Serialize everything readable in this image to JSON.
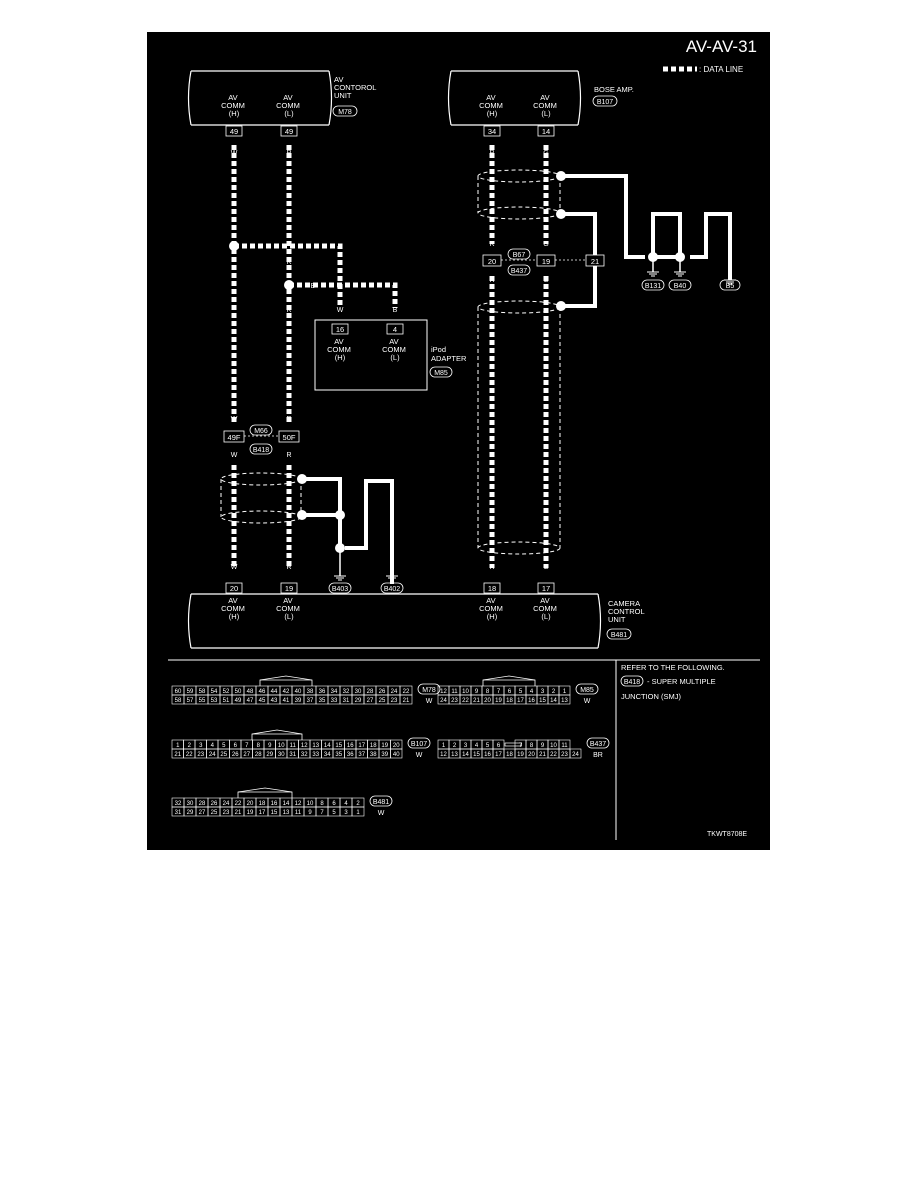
{
  "page_code": "AV-AV-31",
  "legend": {
    "label": ": DATA LINE"
  },
  "image_code": "TKWT8708E",
  "components": {
    "av_control_unit": {
      "name_lines": [
        "AV",
        "CONTOROL",
        "UNIT"
      ],
      "badge": "M78",
      "pins": [
        {
          "lines": [
            "AV",
            "COMM",
            "(H)"
          ],
          "number": "49"
        },
        {
          "lines": [
            "AV",
            "COMM",
            "(L)"
          ],
          "number": "49"
        }
      ]
    },
    "bose_amp": {
      "name_lines": [
        "BOSE AMP."
      ],
      "badge": "B107",
      "pins": [
        {
          "lines": [
            "AV",
            "COMM",
            "(H)"
          ],
          "number": "34"
        },
        {
          "lines": [
            "AV",
            "COMM",
            "(L)"
          ],
          "number": "14"
        }
      ]
    },
    "ipod_adapter": {
      "name_lines": [
        "iPod",
        "ADAPTER"
      ],
      "badge": "M85",
      "pins": [
        {
          "lines": [
            "AV",
            "COMM",
            "(H)"
          ],
          "number": "16"
        },
        {
          "lines": [
            "AV",
            "COMM",
            "(L)"
          ],
          "number": "4"
        }
      ]
    },
    "camera_control_unit": {
      "name_lines": [
        "CAMERA",
        "CONTROL",
        "UNIT"
      ],
      "badge": "B481",
      "pins": [
        {
          "lines": [
            "AV",
            "COMM",
            "(H)"
          ],
          "number": "20"
        },
        {
          "lines": [
            "AV",
            "COMM",
            "(L)"
          ],
          "number": "19"
        },
        {
          "lines": [
            "AV",
            "COMM",
            "(H)"
          ],
          "number": "18"
        },
        {
          "lines": [
            "AV",
            "COMM",
            "(L)"
          ],
          "number": "17"
        }
      ]
    }
  },
  "wire_colors": {
    "w": "W",
    "r": "R",
    "b": "B",
    "g": "G"
  },
  "junctions": {
    "left": {
      "pins": [
        "49F",
        "50F"
      ],
      "badges": [
        "M66",
        "B418"
      ]
    },
    "right": {
      "pins": [
        "20",
        "19",
        "21"
      ],
      "badges": [
        "B67",
        "B437"
      ]
    }
  },
  "grounds": [
    "B403",
    "B402",
    "B131",
    "B40",
    "B5"
  ],
  "note": {
    "lines": [
      "REFER TO THE FOLLOWING.",
      "- SUPER MULTIPLE",
      "JUNCTION (SMJ)"
    ],
    "badge": "B418"
  },
  "connectors": [
    {
      "id": "M78",
      "color": "W",
      "rows": [
        [
          "60",
          "59",
          "58",
          "54",
          "52",
          "50",
          "48",
          "46",
          "44",
          "42",
          "40",
          "38",
          "36",
          "34",
          "32",
          "30",
          "28",
          "26",
          "24",
          "22"
        ],
        [
          "58",
          "57",
          "55",
          "53",
          "51",
          "49",
          "47",
          "45",
          "43",
          "41",
          "39",
          "37",
          "35",
          "33",
          "31",
          "29",
          "27",
          "25",
          "23",
          "21"
        ]
      ]
    },
    {
      "id": "M85",
      "color": "W",
      "rows": [
        [
          "12",
          "11",
          "10",
          "9",
          "8",
          "7",
          "6",
          "5",
          "4",
          "3",
          "2",
          "1"
        ],
        [
          "24",
          "23",
          "22",
          "21",
          "20",
          "19",
          "18",
          "17",
          "16",
          "15",
          "14",
          "13"
        ]
      ]
    },
    {
      "id": "B107",
      "color": "W",
      "rows": [
        [
          "1",
          "2",
          "3",
          "4",
          "5",
          "6",
          "7",
          "8",
          "9",
          "10",
          "11",
          "12",
          "13",
          "14",
          "15",
          "16",
          "17",
          "18",
          "19",
          "20"
        ],
        [
          "21",
          "22",
          "23",
          "24",
          "25",
          "26",
          "27",
          "28",
          "29",
          "30",
          "31",
          "32",
          "33",
          "34",
          "35",
          "36",
          "37",
          "38",
          "39",
          "40"
        ]
      ]
    },
    {
      "id": "B437",
      "color": "BR",
      "rows": [
        [
          "1",
          "2",
          "3",
          "4",
          "5",
          "6",
          "",
          "7",
          "8",
          "9",
          "10",
          "11"
        ],
        [
          "12",
          "13",
          "14",
          "15",
          "16",
          "17",
          "18",
          "19",
          "20",
          "21",
          "22",
          "23",
          "24"
        ]
      ]
    },
    {
      "id": "B481",
      "color": "W",
      "rows": [
        [
          "32",
          "30",
          "28",
          "26",
          "24",
          "22",
          "20",
          "18",
          "16",
          "14",
          "12",
          "10",
          "8",
          "6",
          "4",
          "2"
        ],
        [
          "31",
          "29",
          "27",
          "25",
          "23",
          "21",
          "19",
          "17",
          "15",
          "13",
          "11",
          "9",
          "7",
          "5",
          "3",
          "1"
        ]
      ]
    }
  ],
  "colors": {
    "background": "#000000",
    "line": "#ffffff",
    "page": "#ffffff"
  }
}
